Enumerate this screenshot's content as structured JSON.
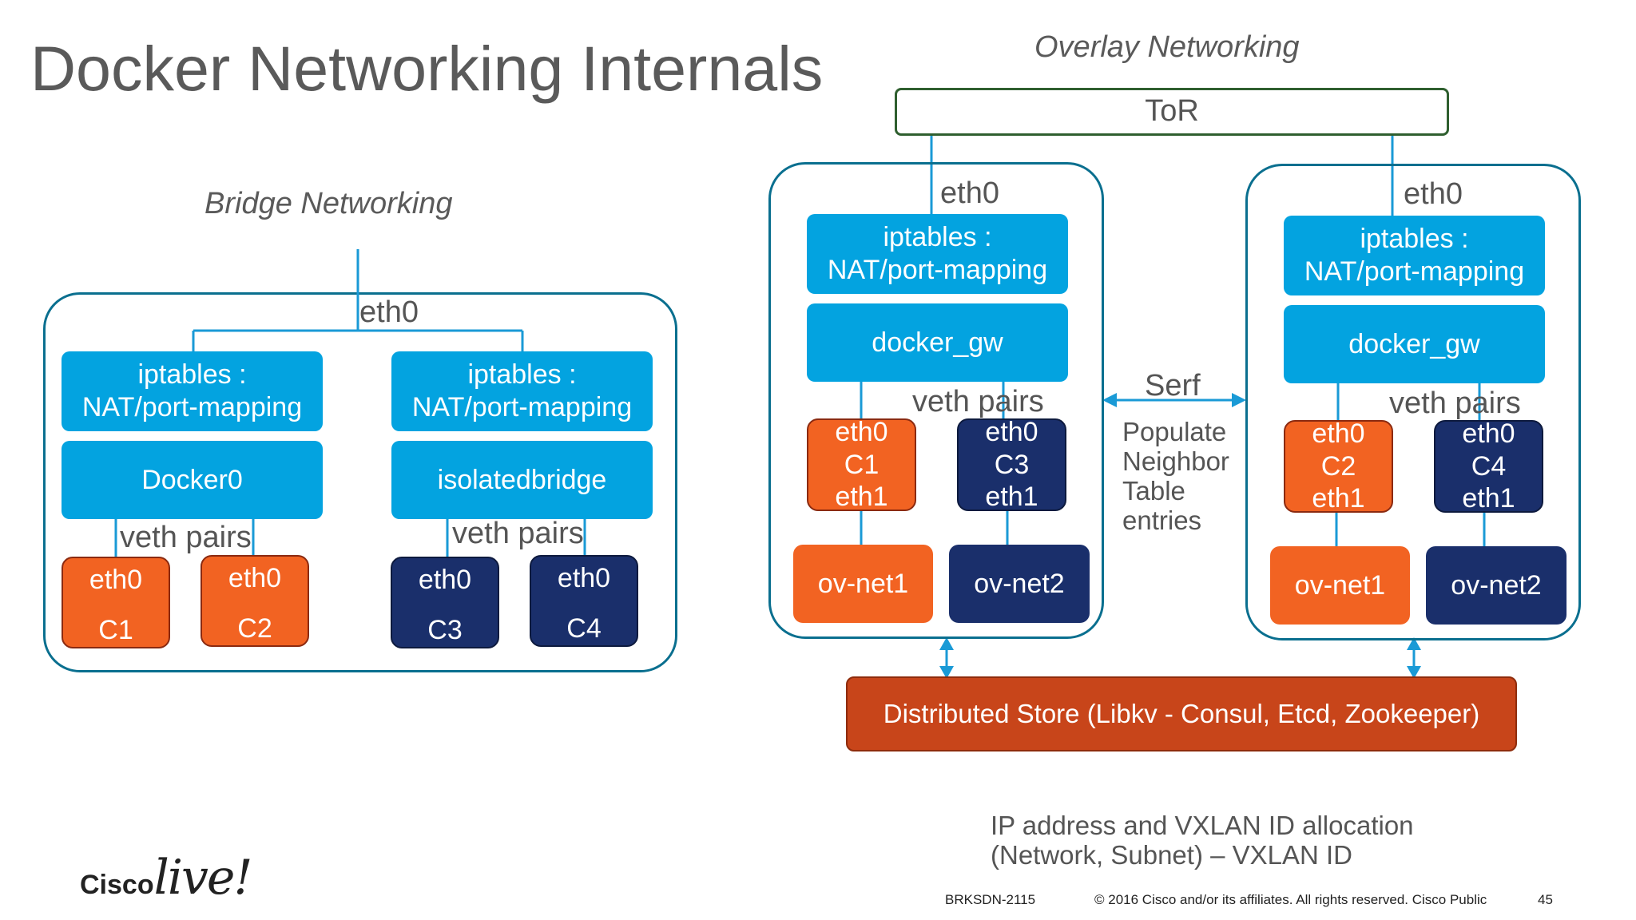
{
  "title": "Docker Networking Internals",
  "bridge": {
    "heading": "Bridge Networking",
    "eth0": "eth0",
    "iptables_left_line1": "iptables :",
    "iptables_left_line2": "NAT/port-mapping",
    "iptables_right_line1": "iptables :",
    "iptables_right_line2": "NAT/port-mapping",
    "docker0": "Docker0",
    "isolatedbridge": "isolatedbridge",
    "veth_left": "veth pairs",
    "veth_right": "veth pairs",
    "c1_iface": "eth0",
    "c1_name": "C1",
    "c2_iface": "eth0",
    "c2_name": "C2",
    "c3_iface": "eth0",
    "c3_name": "C3",
    "c4_iface": "eth0",
    "c4_name": "C4"
  },
  "overlay": {
    "heading": "Overlay Networking",
    "tor": "ToR",
    "host1": {
      "eth0": "eth0",
      "iptables_line1": "iptables :",
      "iptables_line2": "NAT/port-mapping",
      "docker_gw": "docker_gw",
      "veth": "veth pairs",
      "ca_top": "eth0",
      "ca_mid": "C1",
      "ca_bot": "eth1",
      "cb_top": "eth0",
      "cb_mid": "C3",
      "cb_bot": "eth1",
      "ovnet1": "ov-net1",
      "ovnet2": "ov-net2"
    },
    "host2": {
      "eth0": "eth0",
      "iptables_line1": "iptables :",
      "iptables_line2": "NAT/port-mapping",
      "docker_gw": "docker_gw",
      "veth": "veth pairs",
      "ca_top": "eth0",
      "ca_mid": "C2",
      "ca_bot": "eth1",
      "cb_top": "eth0",
      "cb_mid": "C4",
      "cb_bot": "eth1",
      "ovnet1": "ov-net1",
      "ovnet2": "ov-net2"
    },
    "serf": "Serf",
    "serf_note_1": "Populate",
    "serf_note_2": "Neighbor",
    "serf_note_3": "Table",
    "serf_note_4": "entries",
    "store": "Distributed Store (Libkv - Consul, Etcd, Zookeeper)",
    "alloc_line1": "IP address and VXLAN ID allocation",
    "alloc_line2": "(Network, Subnet) – VXLAN ID"
  },
  "footer": {
    "logo_text": "Cisco",
    "logo_script": "live!",
    "session": "BRKSDN-2115",
    "copyright": "© 2016  Cisco and/or its affiliates. All rights reserved.   Cisco Public",
    "page": "45"
  },
  "colors": {
    "blue": "#03a3e0",
    "orange": "#f26322",
    "navy": "#1a2f6b",
    "store": "#c8451a",
    "line": "#1a9ad6",
    "host_border": "#0a6f8f",
    "tor_border": "#2f5f2f"
  }
}
